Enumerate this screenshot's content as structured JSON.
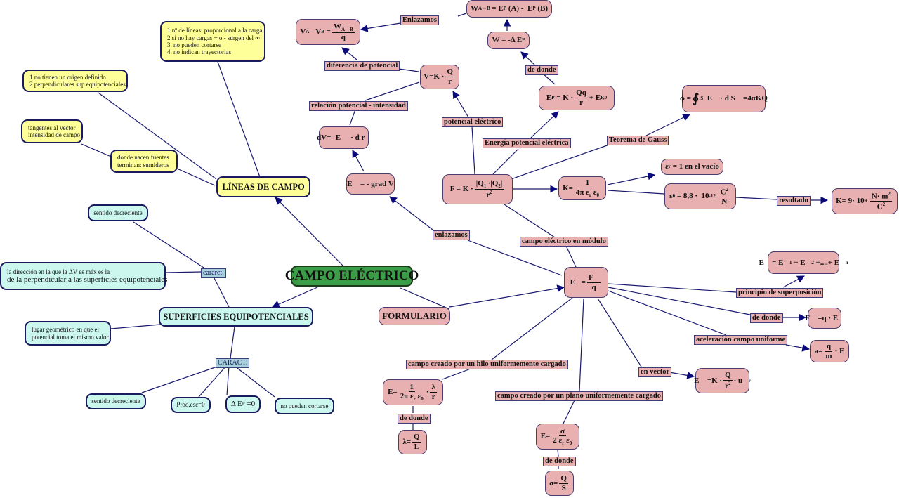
{
  "title": "CAMPO ELÉCTRICO",
  "colors": {
    "root": "#3c9c48",
    "lineas": "#ffff99",
    "superficies": "#ccf7ef",
    "formulario": "#e8b0b0",
    "edge": "#1a1a6e"
  },
  "lineas": {
    "title": "LÍNEAS DE CAMPO",
    "props": [
      "1.nº de líneas: proporcional a la carga",
      "2.si no hay cargas + o - surgen del ∞",
      "3. no pueden cortarse",
      "4. no indican trayectorias"
    ],
    "origin": [
      "1.no tienen un origen definido",
      "2.perpendiculares sup.equipotenciales"
    ],
    "tangent": [
      "tangentes al vector",
      "intensidad de campo"
    ],
    "sources": [
      "donde nacen:fuentes",
      "terminan: sumideros"
    ]
  },
  "superficies": {
    "title": "SUPERFICIES EQUIPOTENCIALES",
    "caract_upper": "cararct.",
    "sentido_upper": "sentido decreciente",
    "direccion_line1": "la dirección en la que la ΔV es máx es la",
    "direccion_line2": "de la perpendicular a las superficies equipotenciales",
    "lugar": [
      "lugar geométrico en que el",
      "potencial toma el mismo valor"
    ],
    "caract_lower": "CARACT.",
    "children": [
      "sentido decreciente",
      "Prod.esc=0",
      "Δ E P =0",
      "no pueden cortarse"
    ]
  },
  "formulario": {
    "title": "FORMULARIO",
    "links": {
      "enlazamos_top": "Enlazamos",
      "diferencia": "diferencia de potencial",
      "relacion": "relación potencial - intensidad",
      "potencial": "potencial eléctrico",
      "energia": "Energía potencial eléctrica",
      "de_donde_top": "de donde",
      "gauss": "Teorema de Gauss",
      "resultado": "resultado",
      "enlazamos": "enlazamos",
      "modulo": "campo eléctrico en módulo",
      "superposicion": "principio de superposición",
      "de_donde_right": "de donde",
      "aceleracion": "aceleración campo uniforme",
      "vector": "en vector",
      "hilo": "campo creado por un hilo uniformemente cargado",
      "plano": "campo creado por un plano uniformemente cargado",
      "de_donde_hilo": "de donde",
      "de_donde_plano": "de donde"
    },
    "formulas": {
      "wab": "W A→B = E P (A) - E P (B)",
      "vab": "V A - V B = W A→B / q",
      "w": "W = -Δ E P",
      "v": "V=K · Q / r",
      "ep": "E P = K · Qq / r + E P,0",
      "gauss": "ϕ = ∮ S E · d S =4πKQ",
      "dv": "dV=- E · d r",
      "grad": "E = - grad V",
      "coulomb": "F = K · |Q1|·|Q2| / r²",
      "k": "K= 1 / 4π εr ε0",
      "er": "ε r = 1 en el vacío",
      "e0": "ε 0 = 8,8 · 10 -12 C² / N",
      "kval": "K= 9· 10 9 N· m² / C²",
      "e": "E = F / q",
      "super": "E = E1 + E2 +....+ En",
      "fqe": "F =q · E",
      "a": "a= q / m · E",
      "evec": "E =K · Q / r² · u r",
      "ehilo": "E= 1 / 2π εr ε0 · λ / r",
      "lambda": "λ= Q / L",
      "eplano": "E= σ / 2 εr ε0",
      "sigma": "σ= Q / S"
    }
  }
}
